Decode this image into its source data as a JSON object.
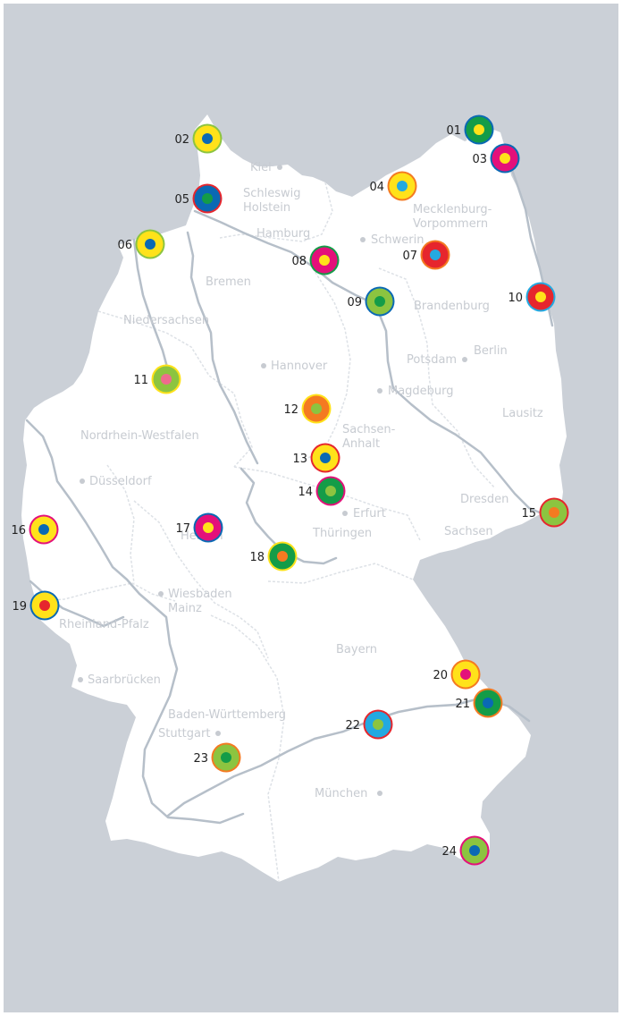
{
  "colors": {
    "background": "#cbd0d7",
    "land": "#ffffff",
    "river": "#b6bfc9",
    "border": "#dde1e6",
    "label": "#c7cbd1",
    "yellow": "#ffe21a",
    "green": "#149c48",
    "lime": "#8cc440",
    "magenta": "#e4107a",
    "blue": "#0a69b4",
    "cyan": "#23a9e1",
    "red": "#e6262d",
    "orange": "#f47a21",
    "pink": "#ee6b8e"
  },
  "markers": [
    {
      "id": "01",
      "outer": "#149c48",
      "ring": "#0a69b4",
      "inner": "#ffe21a"
    },
    {
      "id": "02",
      "outer": "#ffe21a",
      "ring": "#8cc440",
      "inner": "#0a69b4"
    },
    {
      "id": "03",
      "outer": "#e4107a",
      "ring": "#0a69b4",
      "inner": "#ffe21a"
    },
    {
      "id": "04",
      "outer": "#ffe21a",
      "ring": "#f47a21",
      "inner": "#23a9e1"
    },
    {
      "id": "05",
      "outer": "#0a69b4",
      "ring": "#e6262d",
      "inner": "#149c48"
    },
    {
      "id": "06",
      "outer": "#ffe21a",
      "ring": "#8cc440",
      "inner": "#0a69b4"
    },
    {
      "id": "07",
      "outer": "#e6262d",
      "ring": "#f47a21",
      "inner": "#23a9e1"
    },
    {
      "id": "08",
      "outer": "#e4107a",
      "ring": "#149c48",
      "inner": "#ffe21a"
    },
    {
      "id": "09",
      "outer": "#8cc440",
      "ring": "#0a69b4",
      "inner": "#149c48"
    },
    {
      "id": "10",
      "outer": "#e6262d",
      "ring": "#23a9e1",
      "inner": "#ffe21a"
    },
    {
      "id": "11",
      "outer": "#8cc440",
      "ring": "#ffe21a",
      "inner": "#ee6b8e"
    },
    {
      "id": "12",
      "outer": "#f47a21",
      "ring": "#ffe21a",
      "inner": "#8cc440"
    },
    {
      "id": "13",
      "outer": "#ffe21a",
      "ring": "#e6262d",
      "inner": "#0a69b4"
    },
    {
      "id": "14",
      "outer": "#149c48",
      "ring": "#e4107a",
      "inner": "#8cc440"
    },
    {
      "id": "15",
      "outer": "#8cc440",
      "ring": "#e6262d",
      "inner": "#f47a21"
    },
    {
      "id": "16",
      "outer": "#ffe21a",
      "ring": "#e4107a",
      "inner": "#0a69b4"
    },
    {
      "id": "17",
      "outer": "#e4107a",
      "ring": "#0a69b4",
      "inner": "#ffe21a"
    },
    {
      "id": "18",
      "outer": "#149c48",
      "ring": "#ffe21a",
      "inner": "#f47a21"
    },
    {
      "id": "19",
      "outer": "#ffe21a",
      "ring": "#0a69b4",
      "inner": "#e6262d"
    },
    {
      "id": "20",
      "outer": "#ffe21a",
      "ring": "#f47a21",
      "inner": "#e4107a"
    },
    {
      "id": "21",
      "outer": "#149c48",
      "ring": "#f47a21",
      "inner": "#0a69b4"
    },
    {
      "id": "22",
      "outer": "#23a9e1",
      "ring": "#e6262d",
      "inner": "#8cc440"
    },
    {
      "id": "23",
      "outer": "#8cc440",
      "ring": "#f47a21",
      "inner": "#149c48"
    },
    {
      "id": "24",
      "outer": "#8cc440",
      "ring": "#e4107a",
      "inner": "#0a69b4"
    }
  ],
  "cities": [
    "Kiel",
    "Schwerin",
    "Hamburg",
    "Bremen",
    "Hannover",
    "Potsdam",
    "Berlin",
    "Magdeburg",
    "Düsseldorf",
    "Erfurt",
    "Dresden",
    "Wiesbaden",
    "Mainz",
    "Saarbrücken",
    "Stuttgart",
    "München"
  ],
  "regions": [
    "Schleswig",
    "Holstein",
    "Mecklenburg-",
    "Vorpommern",
    "Brandenburg",
    "Niedersachsen",
    "Lausitz",
    "Sachsen-",
    "Anhalt",
    "Nordrhein-Westfalen",
    "Sachsen",
    "Thüringen",
    "Hessen",
    "Rheinland-Pfalz",
    "Bayern",
    "Baden-Württemberg"
  ]
}
